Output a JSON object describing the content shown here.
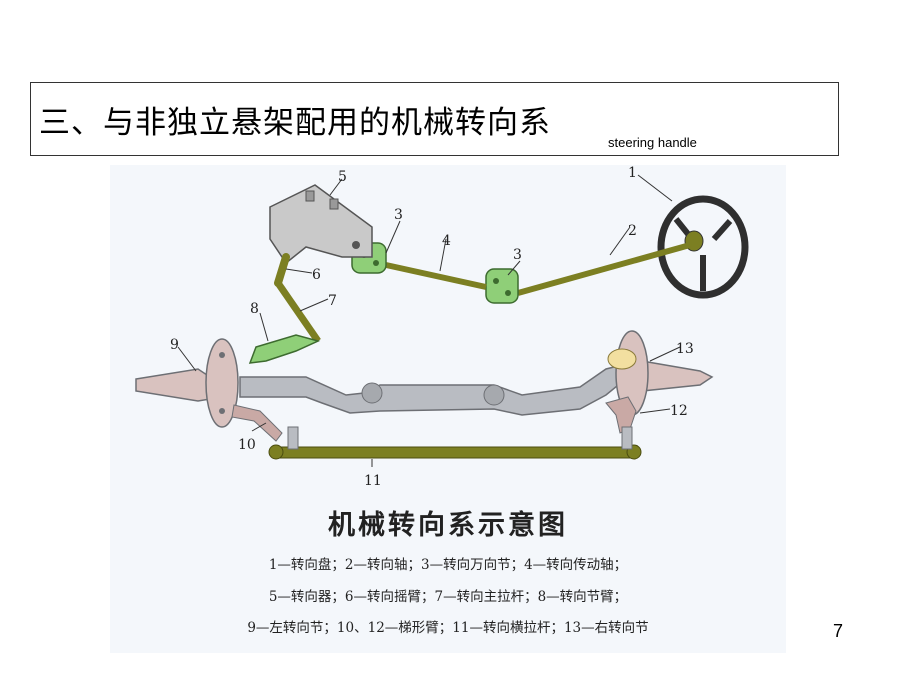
{
  "slide": {
    "title": "三、与非独立悬架配用的机械转向系",
    "subtitle": "steering handle",
    "page_number": "7"
  },
  "figure": {
    "caption": "机械转向系示意图",
    "legend": [
      "1—转向盘；2—转向轴；3—转向万向节；4—转向传动轴；",
      "5—转向器；6—转向摇臂；7—转向主拉杆；8—转向节臂；",
      "9—左转向节；10、12—梯形臂；11—转向横拉杆；13—右转向节"
    ],
    "part_numbers": [
      "1",
      "2",
      "3",
      "3",
      "4",
      "5",
      "6",
      "7",
      "8",
      "9",
      "10",
      "11",
      "12",
      "13"
    ],
    "colors": {
      "shaft": "#7c7f22",
      "joint": "#8fcf78",
      "axle": "#b9bcc2",
      "hub": "#d9c2bf",
      "gear_box": "#c9c9c9",
      "knuckle_cap": "#f2dfa0"
    }
  }
}
